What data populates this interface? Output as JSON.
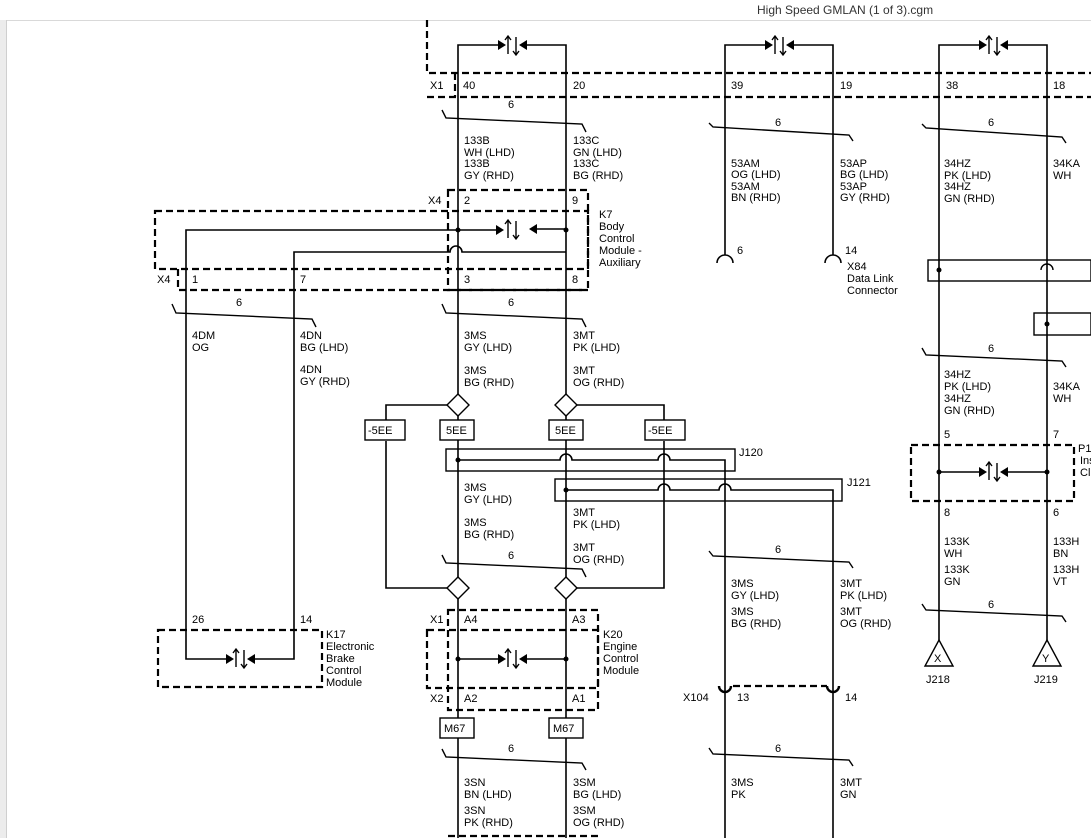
{
  "window": {
    "title": "High Speed GMLAN (1 of 3).cgm"
  },
  "diagram": {
    "twist": "6",
    "conn": {
      "x1": "X1",
      "x2": "X2",
      "x4": "X4",
      "x104": "X104"
    },
    "pins": {
      "p40": "40",
      "p20": "20",
      "p39": "39",
      "p19": "19",
      "p38": "38",
      "p18": "18",
      "p2": "2",
      "p9": "9",
      "p1": "1",
      "p7": "7",
      "p3": "3",
      "p8": "8",
      "p6": "6",
      "p14": "14",
      "p5": "5",
      "p7b": "7",
      "p8b": "8",
      "p6b": "6",
      "p26": "26",
      "p14b": "14",
      "a4": "A4",
      "a3": "A3",
      "a2": "A2",
      "a1": "A1",
      "p13": "13",
      "p14c": "14"
    },
    "wires": {
      "w133b_1": "133B",
      "w133b_1c": "WH (LHD)",
      "w133b_2": "133B",
      "w133b_2c": "GY  (RHD)",
      "w133c_1": "133C",
      "w133c_1c": "GN   (LHD)",
      "w133c_2": "133C",
      "w133c_2c": "BG   (RHD)",
      "w53am_1": "53AM",
      "w53am_1c": "OG (LHD)",
      "w53am_2": "53AM",
      "w53am_2c": "BN  (RHD)",
      "w53ap_1": "53AP",
      "w53ap_1c": "BG (LHD)",
      "w53ap_2": "53AP",
      "w53ap_2c": "GY (RHD)",
      "w34hz_1": "34HZ",
      "w34hz_1c": "PK (LHD)",
      "w34hz_2": "34HZ",
      "w34hz_2c": "GN (RHD)",
      "w34ka": "34KA",
      "w34ka_c": "WH",
      "w4dm": "4DM",
      "w4dm_c": "OG",
      "w4dn_1": "4DN",
      "w4dn_1c": "BG  (LHD)",
      "w4dn_2": "4DN",
      "w4dn_2c": "GY  (RHD)",
      "w3ms_a1": "3MS",
      "w3ms_a1c": "GY   (LHD)",
      "w3ms_a2": "3MS",
      "w3ms_a2c": "BG   (RHD)",
      "w3mt_a1": "3MT",
      "w3mt_a1c": "PK    (LHD)",
      "w3mt_a2": "3MT",
      "w3mt_a2c": "OG   (RHD)",
      "w3ms_b1": "3MS",
      "w3ms_b1c": "GY   (LHD)",
      "w3ms_b2": "3MS",
      "w3ms_b2c": "BG   (RHD)",
      "w3mt_b1": "3MT",
      "w3mt_b1c": "PK    (LHD)",
      "w3mt_b2": "3MT",
      "w3mt_b2c": "OG   (RHD)",
      "w3ms_c1": "3MS",
      "w3ms_c1c": "GY    (LHD)",
      "w3ms_c2": "3MS",
      "w3ms_c2c": "BG    (RHD)",
      "w3mt_c1": "3MT",
      "w3mt_c1c": "PK  (LHD)",
      "w3mt_c2": "3MT",
      "w3mt_c2c": "OG  (RHD)",
      "w34hz_3": "34HZ",
      "w34hz_3c": "PK    (LHD)",
      "w34hz_4": "34HZ",
      "w34hz_4c": "GN    (RHD)",
      "w34ka_2": "34KA",
      "w34ka_2c": "WH",
      "w133k_1": "133K",
      "w133k_1c": "WH",
      "w133k_2": "133K",
      "w133k_2c": "GN",
      "w133h_1": "133H",
      "w133h_1c": "BN",
      "w133h_2": "133H",
      "w133h_2c": "VT",
      "w3sn_1": "3SN",
      "w3sn_1c": "BN    (LHD)",
      "w3sn_2": "3SN",
      "w3sn_2c": "PK    (RHD)",
      "w3sm_1": "3SM",
      "w3sm_1c": "BG    (LHD)",
      "w3sm_2": "3SM",
      "w3sm_2c": "OG    (RHD)",
      "w3ms_d": "3MS",
      "w3ms_dc": "PK",
      "w3mt_d": "3MT",
      "w3mt_dc": "GN"
    },
    "modules": {
      "k7": [
        "K7",
        "Body",
        "Control",
        "Module -",
        "Auxiliary"
      ],
      "x84": [
        "X84",
        "Data Link",
        "Connector"
      ],
      "k17": [
        "K17",
        "Electronic",
        "Brake",
        "Control",
        "Module"
      ],
      "k20": [
        "K20",
        "Engine",
        "Control",
        "Module"
      ],
      "p16": [
        "P1",
        "Ins",
        "Cl"
      ]
    },
    "splices": {
      "n5ee_l": "-5EE",
      "p5ee_l": "5EE",
      "p5ee_r": "5EE",
      "n5ee_r": "-5EE",
      "j120": "J120",
      "j121": "J121",
      "m67_l": "M67",
      "m67_r": "M67"
    },
    "terminators": {
      "j218": "J218",
      "j218_letter": "X",
      "j219": "J219",
      "j219_letter": "Y"
    }
  }
}
